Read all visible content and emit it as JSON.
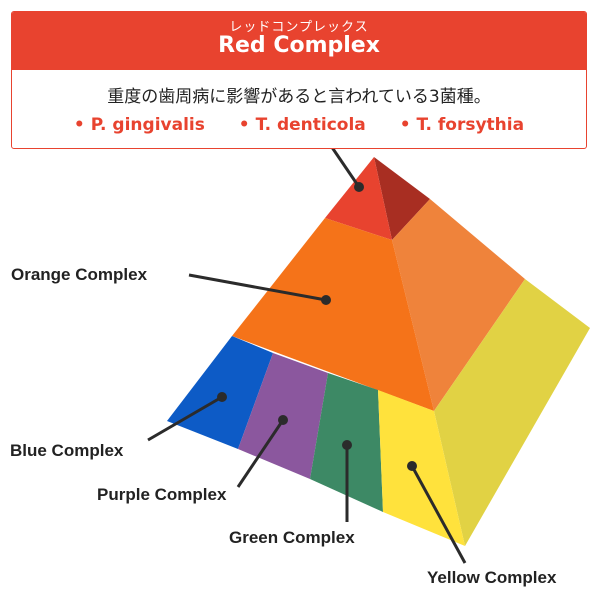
{
  "header": {
    "kana": "レッドコンプレックス",
    "title": "Red Complex",
    "description": "重度の歯周病に影響があると言われている3菌種。",
    "species": [
      "P. gingivalis",
      "T. denticola",
      "T. forsythia"
    ],
    "bullet": "•"
  },
  "labels": {
    "orange": "Orange Complex",
    "blue": "Blue Complex",
    "purple": "Purple Complex",
    "green": "Green Complex",
    "yellow": "Yellow Complex"
  },
  "colors": {
    "red": "#e8432f",
    "orange": "#f07a1e",
    "blue": "#0e5bc4",
    "purple": "#8a579c",
    "green": "#3c8a64",
    "yellow": "#fde33f"
  }
}
